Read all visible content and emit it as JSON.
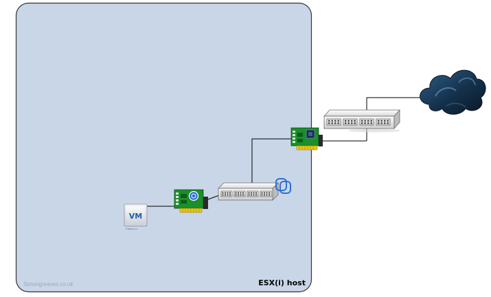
{
  "diagram": {
    "host": {
      "label": "ESX(i) host",
      "fill_color": "#c9d6e8",
      "border_color": "#333333"
    },
    "watermark": "Simongreaves.co.uk",
    "vm": {
      "label": "VM",
      "vendor_text": "©VMware Inc"
    },
    "nodes": [
      "vm-icon",
      "virtual-nic",
      "virtual-switch",
      "vswitch-icon",
      "physical-nic",
      "physical-switch",
      "cloud-icon"
    ],
    "link_color": "#000000"
  }
}
